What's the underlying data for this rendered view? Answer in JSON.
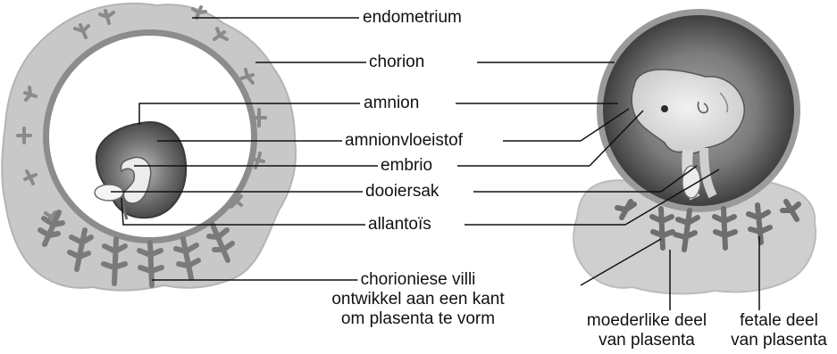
{
  "labels": {
    "endometrium": "endometrium",
    "chorion": "chorion",
    "amnion": "amnion",
    "amnionvloeistof": "amnionvloeistof",
    "embrio": "embrio",
    "dooiersak": "dooiersak",
    "allantois": "allantoïs",
    "chorionic_villi": [
      "chorioniese villi",
      "ontwikkel aan een kant",
      "om plasenta te vorm"
    ],
    "maternal_part": [
      "moederlike deel",
      "van plasenta"
    ],
    "fetal_part": [
      "fetale deel",
      "van plasenta"
    ]
  }
}
